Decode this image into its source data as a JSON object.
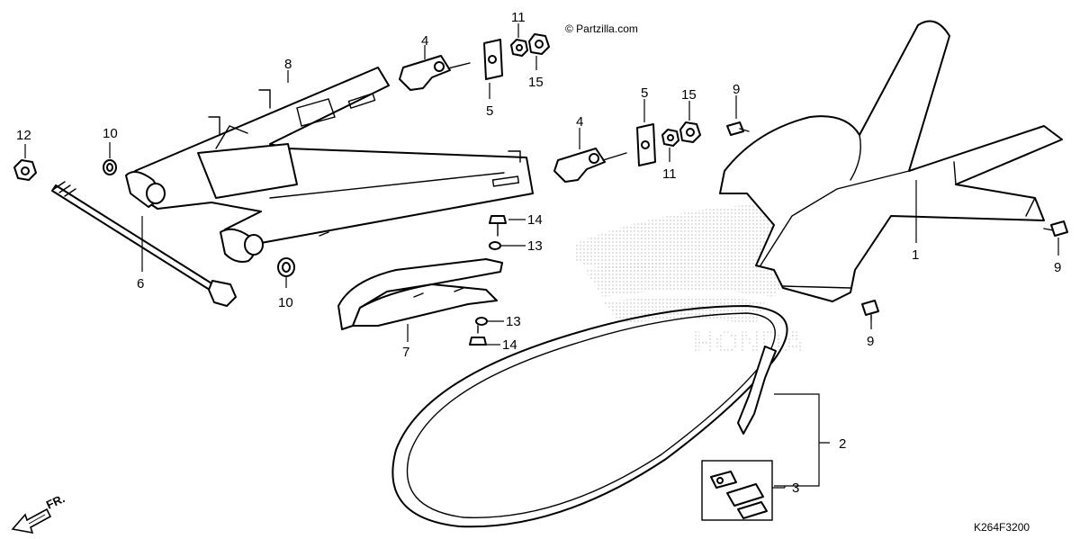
{
  "watermark": "© Partzilla.com",
  "diagram_code": "K264F3200",
  "direction_label": "FR.",
  "brand_watermark": "HONDA",
  "callouts": {
    "c1": "1",
    "c2": "2",
    "c3": "3",
    "c4a": "4",
    "c4b": "4",
    "c5a": "5",
    "c5b": "5",
    "c6": "6",
    "c7": "7",
    "c8": "8",
    "c9a": "9",
    "c9b": "9",
    "c9c": "9",
    "c10a": "10",
    "c10b": "10",
    "c11a": "11",
    "c11b": "11",
    "c12": "12",
    "c13a": "13",
    "c13b": "13",
    "c14a": "14",
    "c14b": "14",
    "c15a": "15",
    "c15b": "15"
  },
  "icons": [
    "front-direction-arrow-icon"
  ]
}
